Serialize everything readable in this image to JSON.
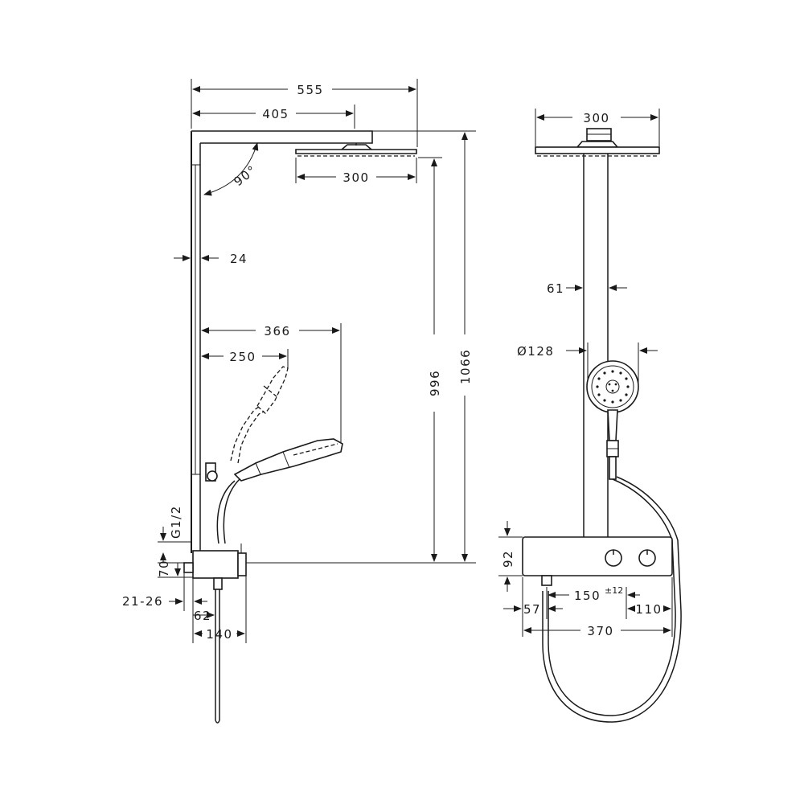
{
  "side_view": {
    "overall_width": "555",
    "arm_length": "405",
    "head_width": "300",
    "arm_angle": "90°",
    "rail_width": "24",
    "handshower_reach_max": "366",
    "handshower_reach_min": "250",
    "head_height": "996",
    "total_height": "1066",
    "thread": "G1/2",
    "inlet_height": "70",
    "inlet_range": "21-26",
    "body_depth_inner": "62",
    "body_depth": "140"
  },
  "front_view": {
    "head_width": "300",
    "pipe_diameter": "61",
    "handshower_diameter": "Ø128",
    "body_height": "92",
    "offset_left": "57",
    "inlet_spacing": "150",
    "inlet_spacing_tolerance": "±12",
    "offset_right": "110",
    "body_width": "370"
  }
}
